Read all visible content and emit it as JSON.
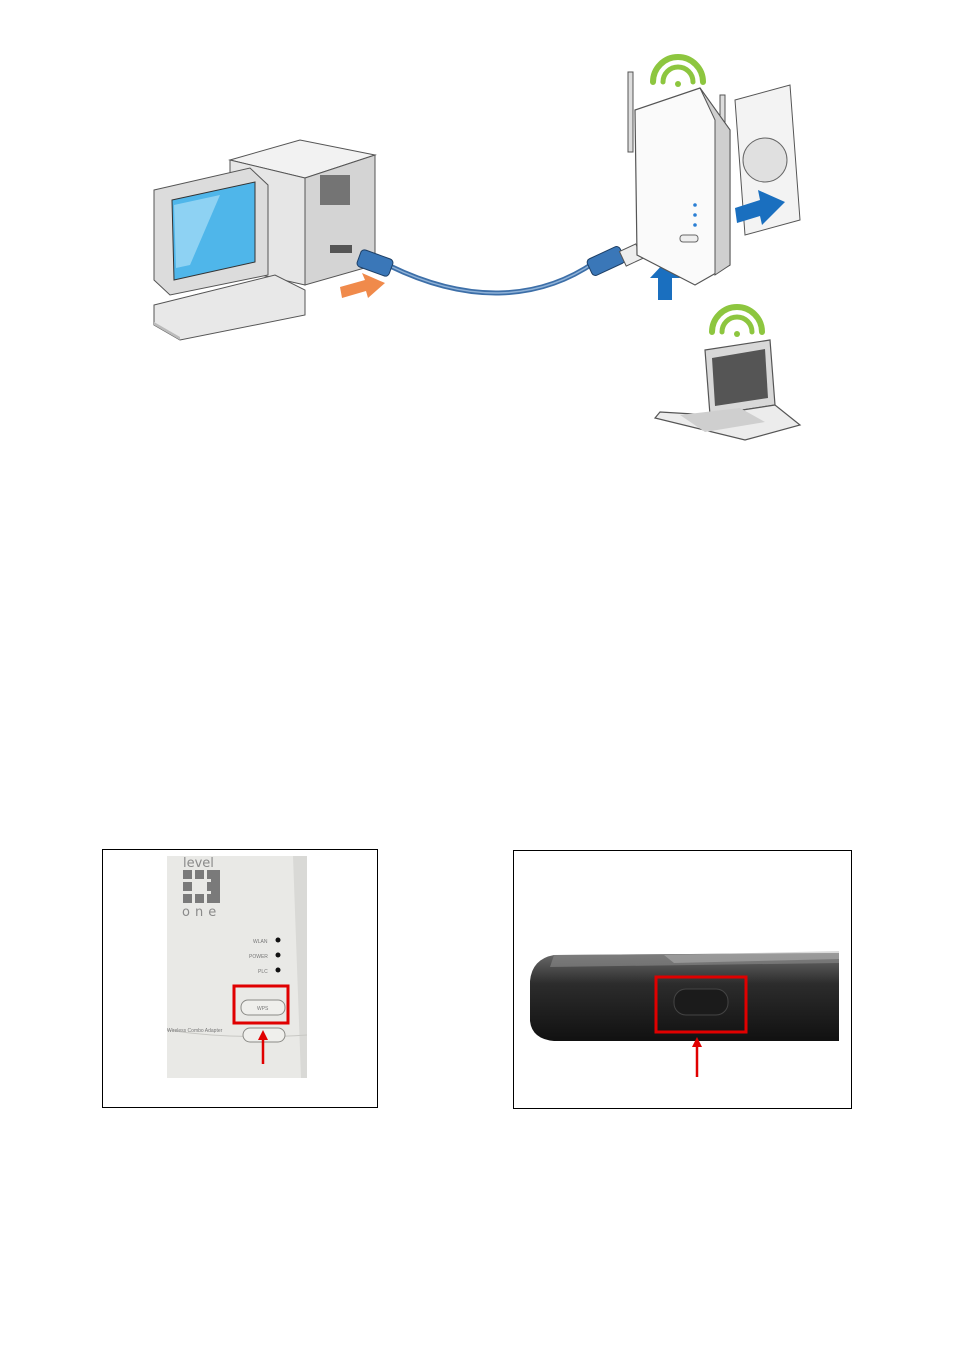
{
  "illustration": {
    "description_icons": [
      "desktop-computer-icon",
      "ethernet-cable-icon",
      "powerline-adapter-icon",
      "wall-socket-icon",
      "laptop-icon",
      "wifi-signal-icon"
    ]
  },
  "photo_left": {
    "logo_top": "level",
    "logo_bottom": "one",
    "led_labels": [
      "WLAN",
      "POWER",
      "PLC"
    ],
    "button_label": "WPS",
    "footer_text": "Wireless Combo Adapter"
  },
  "colors": {
    "highlight": "#e00000",
    "wifi_green": "#8dc63f",
    "arrow_blue": "#1a6fbf",
    "arrow_orange": "#f08a4b",
    "cable_blue": "#3d6fa8"
  }
}
